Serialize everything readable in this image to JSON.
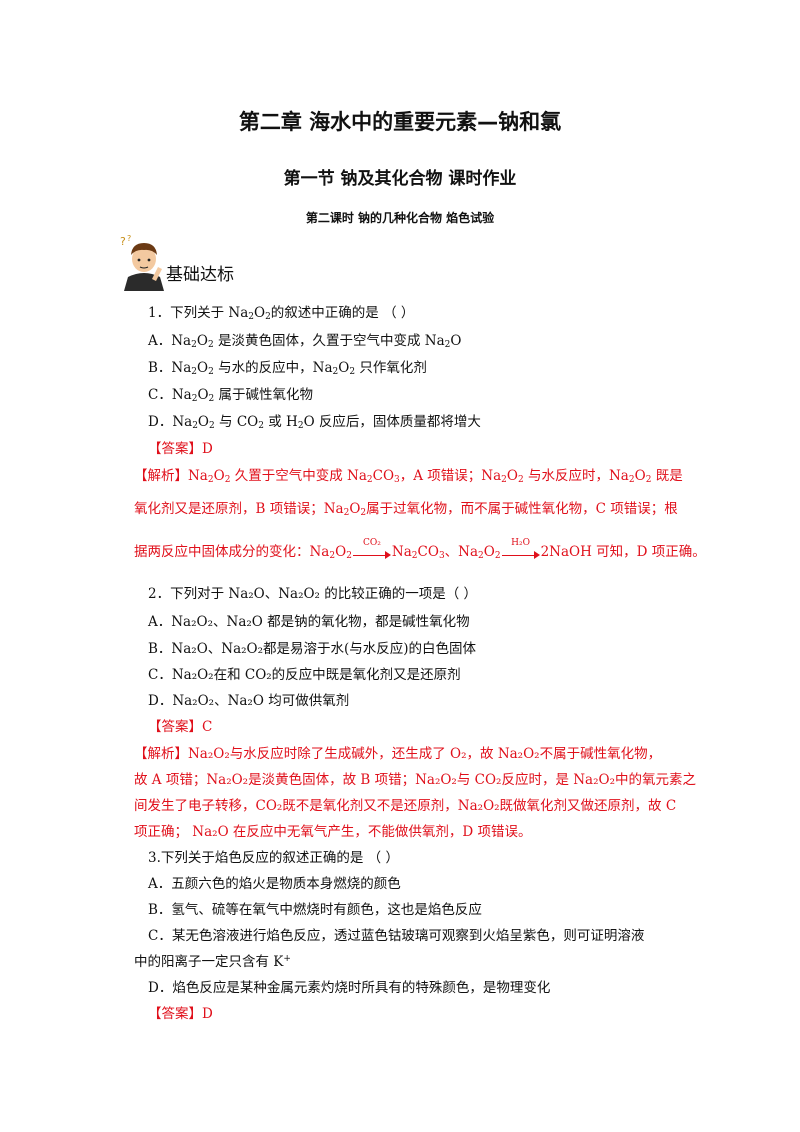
{
  "header": {
    "chapter_title": "第二章 海水中的重要元素—钠和氯",
    "section_title": "第一节 钠及其化合物 课时作业",
    "lesson_title": "第二课时 钠的几种化合物 焰色试验"
  },
  "section": {
    "label": "基础达标",
    "icon": "thinking-student-icon"
  },
  "q1": {
    "stem_prefix": "1．下列关于 Na",
    "stem_suffix": "的叙述中正确的是 （ ）",
    "options": {
      "A_suffix": "是淡黄色固体，久置于空气中变成 Na",
      "B_suffix": "与水的反应中，Na",
      "B_tail": "只作氧化剂",
      "C_suffix": "属于碱性氧化物",
      "D_suffix": "与 CO",
      "D_mid": "或 H",
      "D_tail": "反应后，固体质量都将增大"
    },
    "answer": "【答案】D",
    "analysis": {
      "l1a": "【解析】Na",
      "l1b": "久置于空气中变成 Na",
      "l1c": "CO",
      "l1d": "，A 项错误；Na",
      "l1e": "与水反应时，Na",
      "l1f": "既是",
      "l2a": "氧化剂又是还原剂，B 项错误；Na",
      "l2b": "属于过氧化物，而不属于碱性氧化物，C 项错误；根",
      "l3a": "据两反应中固体成分的变化：Na",
      "arrow1": "CO₂",
      "l3b": "Na",
      "l3c": "CO",
      "l3d": "、Na",
      "arrow2": "H₂O",
      "l3e": "2NaOH 可知，D 项正确。"
    }
  },
  "q2": {
    "stem": "2．下列对于 Na₂O、Na₂O₂ 的比较正确的一项是（ ）",
    "A": "A．Na₂O₂、Na₂O 都是钠的氧化物，都是碱性氧化物",
    "B": "B．Na₂O、Na₂O₂都是易溶于水(与水反应)的白色固体",
    "C": "C．Na₂O₂在和 CO₂的反应中既是氧化剂又是还原剂",
    "D": "D．Na₂O₂、Na₂O 均可做供氧剂",
    "answer": "【答案】C",
    "analysis": [
      "【解析】Na₂O₂与水反应时除了生成碱外，还生成了 O₂，故 Na₂O₂不属于碱性氧化物，",
      "故 A 项错；Na₂O₂是淡黄色固体，故 B 项错；Na₂O₂与 CO₂反应时，是 Na₂O₂中的氧元素之",
      "间发生了电子转移，CO₂既不是氧化剂又不是还原剂，Na₂O₂既做氧化剂又做还原剂，故 C",
      "项正确； Na₂O 在反应中无氧气产生，不能做供氧剂，D 项错误。"
    ]
  },
  "q3": {
    "stem": "3.下列关于焰色反应的叙述正确的是 （ ）",
    "A": "A．五颜六色的焰火是物质本身燃烧的颜色",
    "B": "B．氢气、硫等在氧气中燃烧时有颜色，这也是焰色反应",
    "C1": "C．某无色溶液进行焰色反应，透过蓝色钴玻璃可观察到火焰呈紫色，则可证明溶液",
    "C2": "中的阳离子一定只含有 K",
    "C2sup": "+",
    "D": "D．焰色反应是某种金属元素灼烧时所具有的特殊颜色，是物理变化",
    "answer": "【答案】D"
  }
}
